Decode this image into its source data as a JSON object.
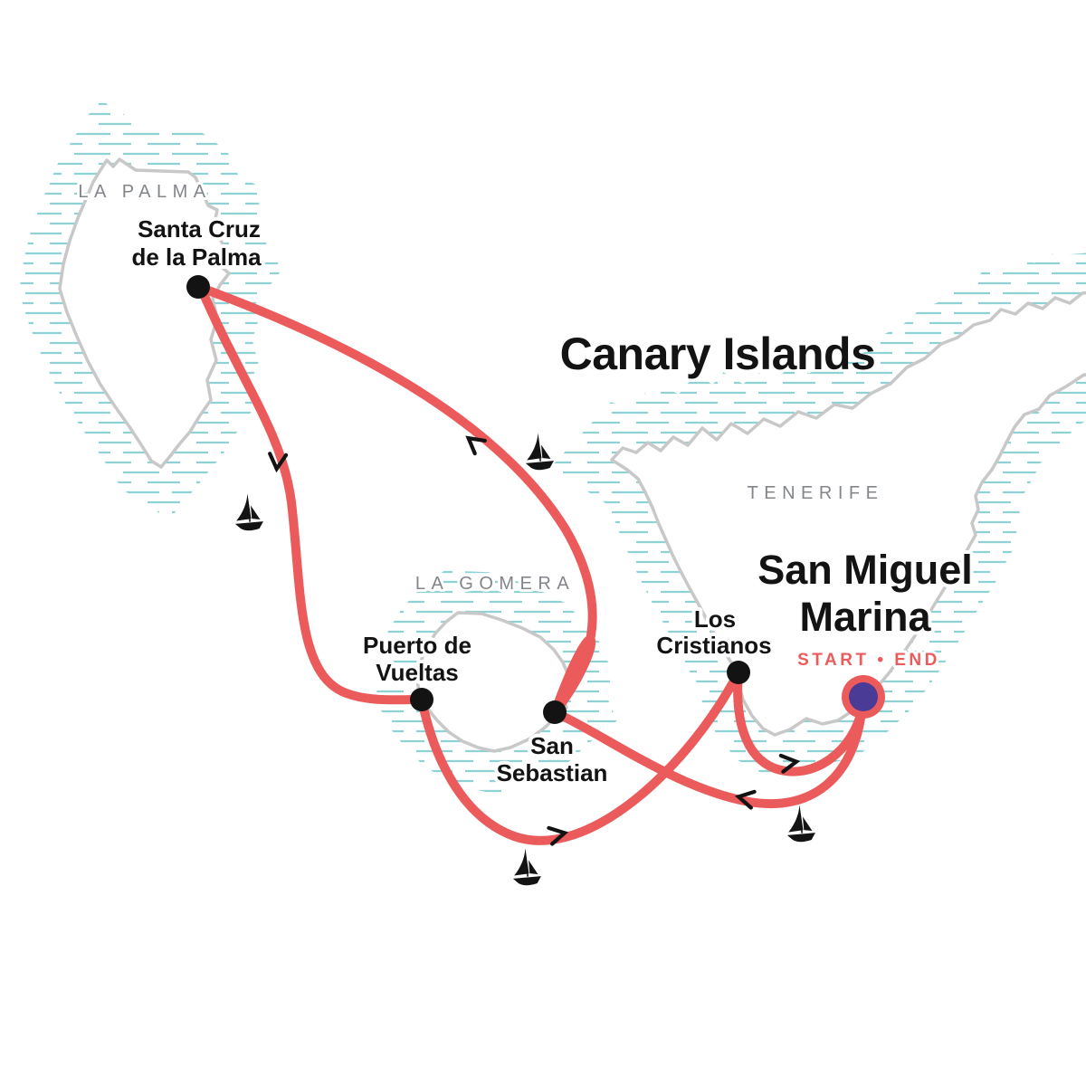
{
  "map_title": "Canary Islands",
  "islands": [
    {
      "label": "LA PALMA"
    },
    {
      "label": "TENERIFE"
    },
    {
      "label": "LA GOMERA"
    }
  ],
  "stops": [
    {
      "line1": "Santa Cruz",
      "line2": "de la Palma"
    },
    {
      "line1": "Puerto de",
      "line2": "Vueltas"
    },
    {
      "line1": "San",
      "line2": "Sebastian"
    },
    {
      "line1": "Los",
      "line2": "Cristianos"
    }
  ],
  "start_marker": {
    "line1": "San Miguel",
    "line2": "Marina",
    "badge": "START • END"
  },
  "colors": {
    "route_red": "#EC5B5B",
    "marker_purple": "#4A3B96",
    "hatch_teal": "#8FD2D6",
    "coast_gray": "#C8C8C8",
    "island_label_gray": "#82868B",
    "ink_black": "#131313",
    "background": "#FFFFFF"
  }
}
